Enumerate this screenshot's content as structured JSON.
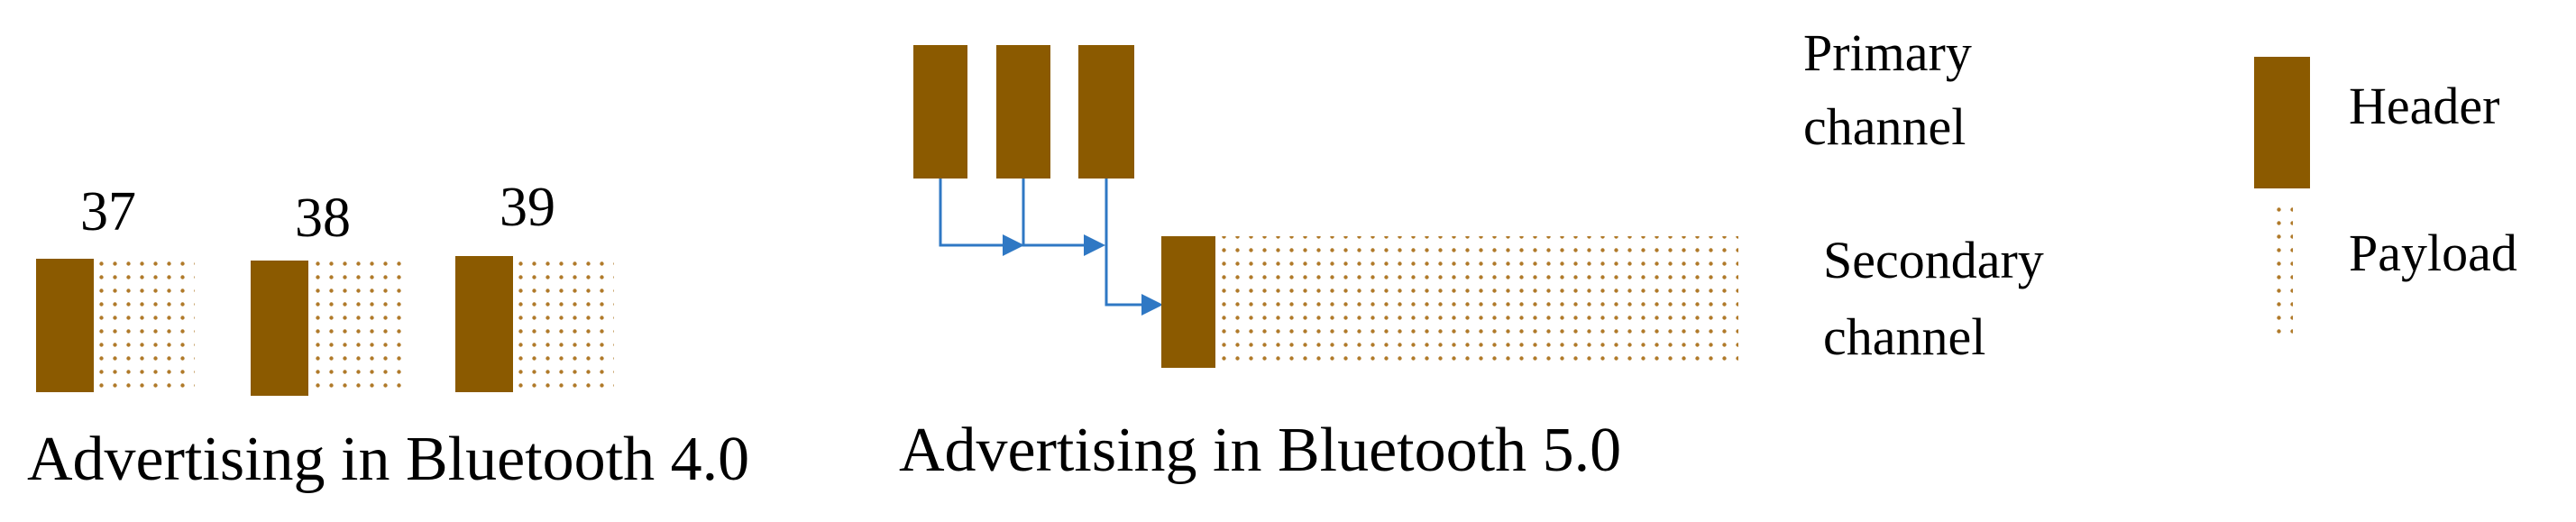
{
  "colors": {
    "header": "#8b5a00",
    "payload_dot": "#b07a2a",
    "arrow": "#2f78c4",
    "text": "#000000"
  },
  "bt4": {
    "caption": "Advertising in Bluetooth 4.0",
    "channels": [
      "37",
      "38",
      "39"
    ]
  },
  "bt5": {
    "caption": "Advertising in Bluetooth 5.0",
    "primary_label": [
      "Primary",
      "channel"
    ],
    "secondary_label": [
      "Secondary",
      "channel"
    ]
  },
  "legend": {
    "header": "Header",
    "payload": "Payload"
  }
}
